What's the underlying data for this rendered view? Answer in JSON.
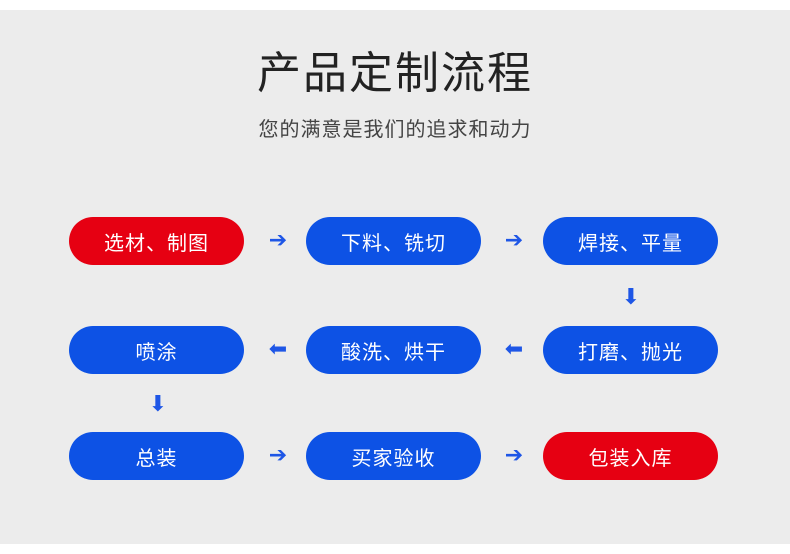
{
  "title": "产品定制流程",
  "subtitle": "您的满意是我们的追求和动力",
  "colors": {
    "blue": "#0d52e5",
    "red": "#e60012",
    "arrow": "#1e56e6",
    "background": "#ececec"
  },
  "steps": [
    {
      "label": "选材、制图",
      "color": "red"
    },
    {
      "label": "下料、铣切",
      "color": "blue"
    },
    {
      "label": "焊接、平量",
      "color": "blue"
    },
    {
      "label": "打磨、抛光",
      "color": "blue"
    },
    {
      "label": "酸洗、烘干",
      "color": "blue"
    },
    {
      "label": "喷涂",
      "color": "blue"
    },
    {
      "label": "总装",
      "color": "blue"
    },
    {
      "label": "买家验收",
      "color": "blue"
    },
    {
      "label": "包装入库",
      "color": "red"
    }
  ],
  "arrows": [
    {
      "direction": "right"
    },
    {
      "direction": "right"
    },
    {
      "direction": "down"
    },
    {
      "direction": "left"
    },
    {
      "direction": "left"
    },
    {
      "direction": "down"
    },
    {
      "direction": "right"
    },
    {
      "direction": "right"
    }
  ]
}
